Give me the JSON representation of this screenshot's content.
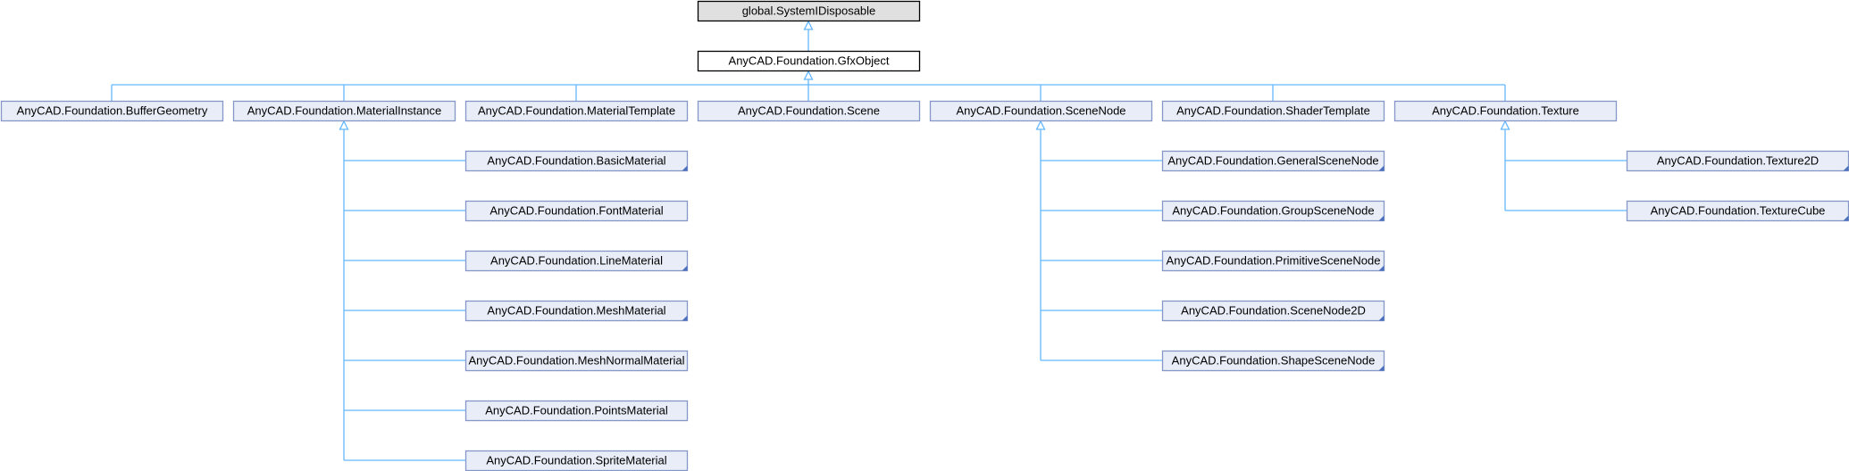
{
  "diagram": {
    "nodes": [
      {
        "id": "idisposable",
        "label": "global.SystemIDisposable",
        "style": "external"
      },
      {
        "id": "gfxobject",
        "label": "AnyCAD.Foundation.GfxObject",
        "style": "current"
      },
      {
        "id": "buffergeometry",
        "label": "AnyCAD.Foundation.BufferGeometry",
        "style": "class"
      },
      {
        "id": "materialinstance",
        "label": "AnyCAD.Foundation.MaterialInstance",
        "style": "class"
      },
      {
        "id": "materialtemplate",
        "label": "AnyCAD.Foundation.MaterialTemplate",
        "style": "class"
      },
      {
        "id": "scene",
        "label": "AnyCAD.Foundation.Scene",
        "style": "class"
      },
      {
        "id": "scenenode",
        "label": "AnyCAD.Foundation.SceneNode",
        "style": "class"
      },
      {
        "id": "shadertemplate",
        "label": "AnyCAD.Foundation.ShaderTemplate",
        "style": "class"
      },
      {
        "id": "texture",
        "label": "AnyCAD.Foundation.Texture",
        "style": "class"
      },
      {
        "id": "basicmaterial",
        "label": "AnyCAD.Foundation.BasicMaterial",
        "style": "class-more"
      },
      {
        "id": "fontmaterial",
        "label": "AnyCAD.Foundation.FontMaterial",
        "style": "class"
      },
      {
        "id": "linematerial",
        "label": "AnyCAD.Foundation.LineMaterial",
        "style": "class-more"
      },
      {
        "id": "meshmaterial",
        "label": "AnyCAD.Foundation.MeshMaterial",
        "style": "class-more"
      },
      {
        "id": "meshnormalmaterial",
        "label": "AnyCAD.Foundation.MeshNormalMaterial",
        "style": "class"
      },
      {
        "id": "pointsmaterial",
        "label": "AnyCAD.Foundation.PointsMaterial",
        "style": "class"
      },
      {
        "id": "spritematerial",
        "label": "AnyCAD.Foundation.SpriteMaterial",
        "style": "class"
      },
      {
        "id": "generalscenenode",
        "label": "AnyCAD.Foundation.GeneralSceneNode",
        "style": "class-more"
      },
      {
        "id": "groupscenenode",
        "label": "AnyCAD.Foundation.GroupSceneNode",
        "style": "class-more"
      },
      {
        "id": "primitivescenenode",
        "label": "AnyCAD.Foundation.PrimitiveSceneNode",
        "style": "class-more"
      },
      {
        "id": "scenenode2d",
        "label": "AnyCAD.Foundation.SceneNode2D",
        "style": "class-more"
      },
      {
        "id": "shapescenenode",
        "label": "AnyCAD.Foundation.ShapeSceneNode",
        "style": "class-more"
      },
      {
        "id": "texture2d",
        "label": "AnyCAD.Foundation.Texture2D",
        "style": "class-more"
      },
      {
        "id": "texturecube",
        "label": "AnyCAD.Foundation.TextureCube",
        "style": "class-more"
      }
    ],
    "edges": [
      {
        "from": "gfxobject",
        "to": "idisposable"
      },
      {
        "from": "buffergeometry",
        "to": "gfxobject"
      },
      {
        "from": "materialinstance",
        "to": "gfxobject"
      },
      {
        "from": "materialtemplate",
        "to": "gfxobject"
      },
      {
        "from": "scene",
        "to": "gfxobject"
      },
      {
        "from": "scenenode",
        "to": "gfxobject"
      },
      {
        "from": "shadertemplate",
        "to": "gfxobject"
      },
      {
        "from": "texture",
        "to": "gfxobject"
      },
      {
        "from": "basicmaterial",
        "to": "materialinstance"
      },
      {
        "from": "fontmaterial",
        "to": "materialinstance"
      },
      {
        "from": "linematerial",
        "to": "materialinstance"
      },
      {
        "from": "meshmaterial",
        "to": "materialinstance"
      },
      {
        "from": "meshnormalmaterial",
        "to": "materialinstance"
      },
      {
        "from": "pointsmaterial",
        "to": "materialinstance"
      },
      {
        "from": "spritematerial",
        "to": "materialinstance"
      },
      {
        "from": "generalscenenode",
        "to": "scenenode"
      },
      {
        "from": "groupscenenode",
        "to": "scenenode"
      },
      {
        "from": "primitivescenenode",
        "to": "scenenode"
      },
      {
        "from": "scenenode2d",
        "to": "scenenode"
      },
      {
        "from": "shapescenenode",
        "to": "scenenode"
      },
      {
        "from": "texture2d",
        "to": "texture"
      },
      {
        "from": "texturecube",
        "to": "texture"
      }
    ],
    "colors": {
      "edge": "#63b8ff",
      "class_fill": "#e8edf7",
      "class_border": "#8497c7",
      "current_fill": "#ffffff",
      "current_border": "#000000",
      "external_fill": "#e0e0e0",
      "external_border": "#000000",
      "more_marker": "#4a6fbd"
    }
  }
}
